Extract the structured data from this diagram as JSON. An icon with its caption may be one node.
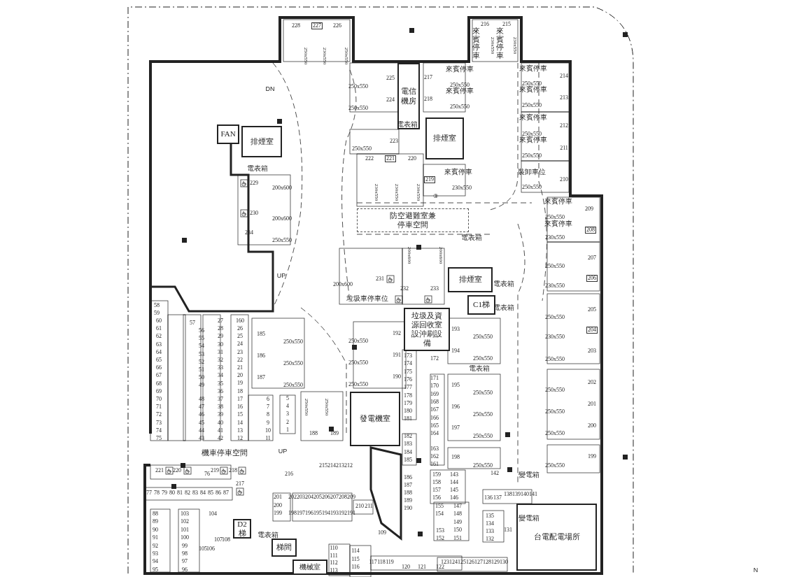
{
  "diagram": {
    "nodes": [
      {
        "text": [
          "電信機房"
        ]
      },
      {
        "text": [
          "FAN"
        ]
      },
      {
        "text": [
          "排煙室"
        ]
      },
      {
        "text": [
          "排煙室"
        ]
      },
      {
        "text": [
          "防空避難室兼停車空間"
        ]
      },
      {
        "text": [
          "排煙室"
        ]
      },
      {
        "text": [
          "C1梯"
        ]
      },
      {
        "text": [
          "垃圾及資源回收室設沖刷設備"
        ]
      },
      {
        "text": [
          "發電機室"
        ]
      },
      {
        "text": [
          "D2梯"
        ]
      },
      {
        "text": [
          "梯間"
        ]
      },
      {
        "text": [
          "機械室"
        ]
      },
      {
        "text": [
          "台電配電場所"
        ]
      }
    ],
    "labels": [
      "228",
      "227",
      "226",
      "250x550",
      "230x550",
      "250x550",
      "216",
      "215",
      "來賓停車",
      "230x550",
      "來賓停車",
      "230x550",
      "DN",
      "225",
      "250x550",
      "224",
      "250x550",
      "來賓停車",
      "217",
      "250x550",
      "來賓停車",
      "218",
      "250x550",
      "來賓停車",
      "214",
      "250x550",
      "來賓停車",
      "213",
      "250x550",
      "來賓停車",
      "212",
      "250x550",
      "來賓停車",
      "211",
      "250x550",
      "裝卸車位",
      "210",
      "250x550",
      "電表箱",
      "電表箱",
      "223",
      "250x550",
      "222",
      "221",
      "220",
      "230x550",
      "230x550",
      "230x550",
      "來賓停車",
      "219",
      "230x550",
      "③",
      "229",
      "200x600",
      "230",
      "200x600",
      "234",
      "250x550",
      "電表箱",
      "來賓停車",
      "209",
      "250x550",
      "來賓停車",
      "208",
      "230x550",
      "207",
      "250x550",
      "206",
      "230x550",
      "200x600",
      "200x600",
      "UP",
      "231",
      "200x600",
      "232",
      "233",
      "電表箱",
      "垃圾車停車位",
      "電表箱",
      "205",
      "250x550",
      "204",
      "230x550",
      "203",
      "250x550",
      "58",
      "59",
      "60",
      "61",
      "62",
      "63",
      "64",
      "65",
      "66",
      "67",
      "68",
      "69",
      "70",
      "71",
      "72",
      "73",
      "74",
      "75",
      "57",
      "56",
      "55",
      "54",
      "53",
      "52",
      "51",
      "50",
      "49",
      "48",
      "47",
      "46",
      "45",
      "44",
      "43",
      "27",
      "28",
      "29",
      "30",
      "31",
      "32",
      "33",
      "34",
      "35",
      "36",
      "37",
      "38",
      "39",
      "40",
      "41",
      "42",
      "160",
      "26",
      "25",
      "24",
      "23",
      "22",
      "21",
      "20",
      "19",
      "18",
      "17",
      "16",
      "15",
      "14",
      "13",
      "12",
      "6",
      "7",
      "8",
      "9",
      "10",
      "11",
      "5",
      "4",
      "3",
      "2",
      "1",
      "185",
      "250x550",
      "186",
      "250x550",
      "187",
      "250x550",
      "192",
      "250x550",
      "191",
      "250x550",
      "190",
      "250x550",
      "193",
      "250x550",
      "194",
      "250x550",
      "173",
      "174",
      "175",
      "176",
      "177",
      "178",
      "179",
      "180",
      "181",
      "172",
      "電表箱",
      "171",
      "170",
      "169",
      "168",
      "167",
      "166",
      "165",
      "164",
      "195",
      "250x550",
      "196",
      "250x550",
      "197",
      "250x550",
      "202",
      "250x550",
      "201",
      "250x550",
      "200",
      "250x550",
      "250x550",
      "250x550",
      "188",
      "189",
      "163",
      "162",
      "161",
      "198",
      "250x550",
      "199",
      "250x550",
      "182",
      "183",
      "184",
      "185",
      "機車停車空間",
      "UP",
      "142",
      "221",
      "220",
      "76",
      "219",
      "218",
      "216",
      "215",
      "214",
      "213",
      "212",
      "217",
      "77",
      "78",
      "79",
      "80",
      "81",
      "82",
      "83",
      "84",
      "85",
      "86",
      "87",
      "186",
      "187",
      "188",
      "189",
      "190",
      "159",
      "158",
      "157",
      "156",
      "143",
      "144",
      "145",
      "146",
      "變電箱",
      "201",
      "200",
      "199",
      "202",
      "203",
      "204",
      "205",
      "206",
      "207",
      "208",
      "209",
      "198",
      "197",
      "196",
      "195",
      "194",
      "193",
      "192",
      "191",
      "210",
      "211",
      "136",
      "137",
      "138",
      "139",
      "140",
      "141",
      "155",
      "147",
      "154",
      "148",
      "135",
      "149",
      "134",
      "153",
      "150",
      "133",
      "131",
      "152",
      "151",
      "132",
      "變電箱",
      "88",
      "89",
      "90",
      "91",
      "92",
      "93",
      "94",
      "95",
      "103",
      "102",
      "101",
      "100",
      "99",
      "98",
      "97",
      "96",
      "104",
      "電表箱",
      "109",
      "107",
      "108",
      "105",
      "106",
      "110",
      "111",
      "112",
      "113",
      "114",
      "115",
      "116",
      "117",
      "118",
      "119",
      "120",
      "121",
      "122",
      "123",
      "124",
      "125",
      "126",
      "127",
      "128",
      "129",
      "130",
      "N"
    ]
  }
}
